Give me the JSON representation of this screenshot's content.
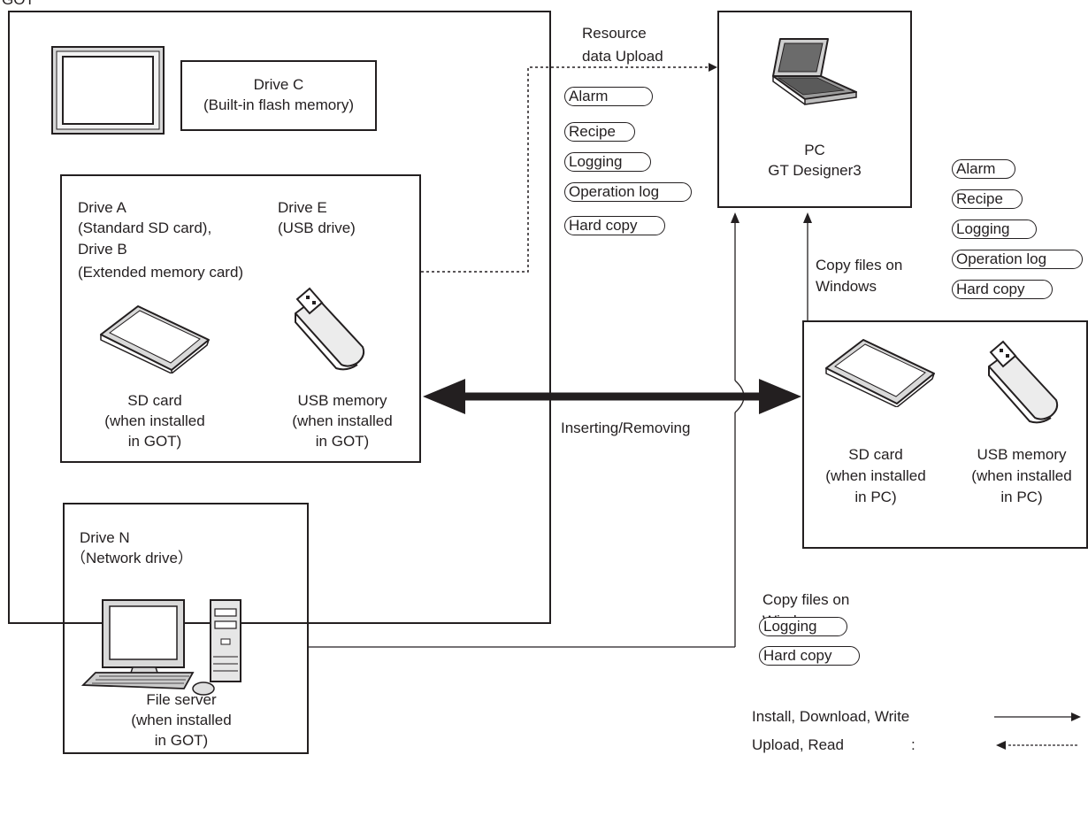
{
  "got": {
    "title": "GOT",
    "drive_c": {
      "line1": "Drive C",
      "line2": "(Built-in flash memory)"
    },
    "drives_ae": {
      "drive_a_line1": "Drive A",
      "drive_a_line2": "(Standard SD card),",
      "drive_b_line1": "Drive B",
      "drive_b_line2": "(Extended memory card)",
      "drive_e_line1": "Drive E",
      "drive_e_line2": "(USB drive)",
      "sd_card": [
        "SD card",
        "(when installed",
        "in GOT)"
      ],
      "usb_memory": [
        "USB memory",
        "(when installed",
        "in GOT)"
      ]
    },
    "drive_n": {
      "line1": "Drive N",
      "line2": "（Network drive）",
      "file_server": [
        "File server",
        "(when installed",
        "in GOT)"
      ]
    }
  },
  "pc": {
    "line1": "PC",
    "line2": "GT Designer3"
  },
  "upload": {
    "label_line1": "Resource",
    "label_line2": "data Upload",
    "items": [
      "Alarm",
      "Recipe",
      "Logging",
      "Operation log",
      "Hard copy"
    ]
  },
  "insert": {
    "label": "Inserting/Removing"
  },
  "copy_pc": {
    "label_line1": "Copy files on",
    "label_line2": "Windows",
    "items": [
      "Alarm",
      "Recipe",
      "Logging",
      "Operation log",
      "Hard copy"
    ]
  },
  "pc_media": {
    "sd_card": [
      "SD card",
      "(when installed",
      "in PC)"
    ],
    "usb_memory": [
      "USB memory",
      "(when installed",
      "in PC)"
    ]
  },
  "copy_network": {
    "label_line1": "Copy files on",
    "label_line2": "Windows",
    "items": [
      "Logging",
      "Hard copy"
    ]
  },
  "legend": {
    "write_label": "Install, Download, Write",
    "read_label": "Upload, Read",
    "separator": ":"
  }
}
